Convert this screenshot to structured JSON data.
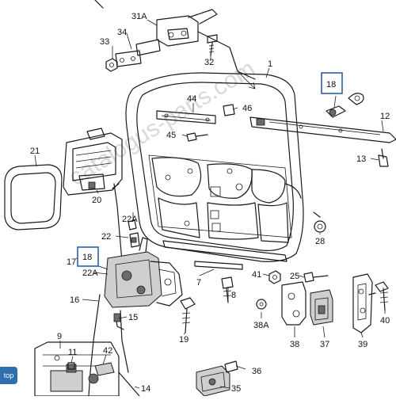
{
  "watermark": "catalogus-parts.com",
  "top_button": "top",
  "labels": {
    "l1": "1",
    "l7": "7",
    "l8": "8",
    "l9": "9",
    "l11": "11",
    "l12": "12",
    "l13": "13",
    "l14": "14",
    "l15": "15",
    "l16": "16",
    "l17": "17",
    "l18a": "18",
    "l18b": "18",
    "l19": "19",
    "l20": "20",
    "l21": "21",
    "l22": "22",
    "l22a1": "22A",
    "l22a2": "22A",
    "l25": "25",
    "l28": "28",
    "l31a": "31A",
    "l32": "32",
    "l33": "33",
    "l34": "34",
    "l35": "35",
    "l36": "36",
    "l37": "37",
    "l38": "38",
    "l38a": "38A",
    "l39": "39",
    "l40": "40",
    "l41": "41",
    "l42": "42",
    "l44": "44",
    "l45": "45",
    "l46": "46"
  },
  "colors": {
    "highlight_box": "#2b5fa6",
    "top_button": "#2f6fb0"
  }
}
